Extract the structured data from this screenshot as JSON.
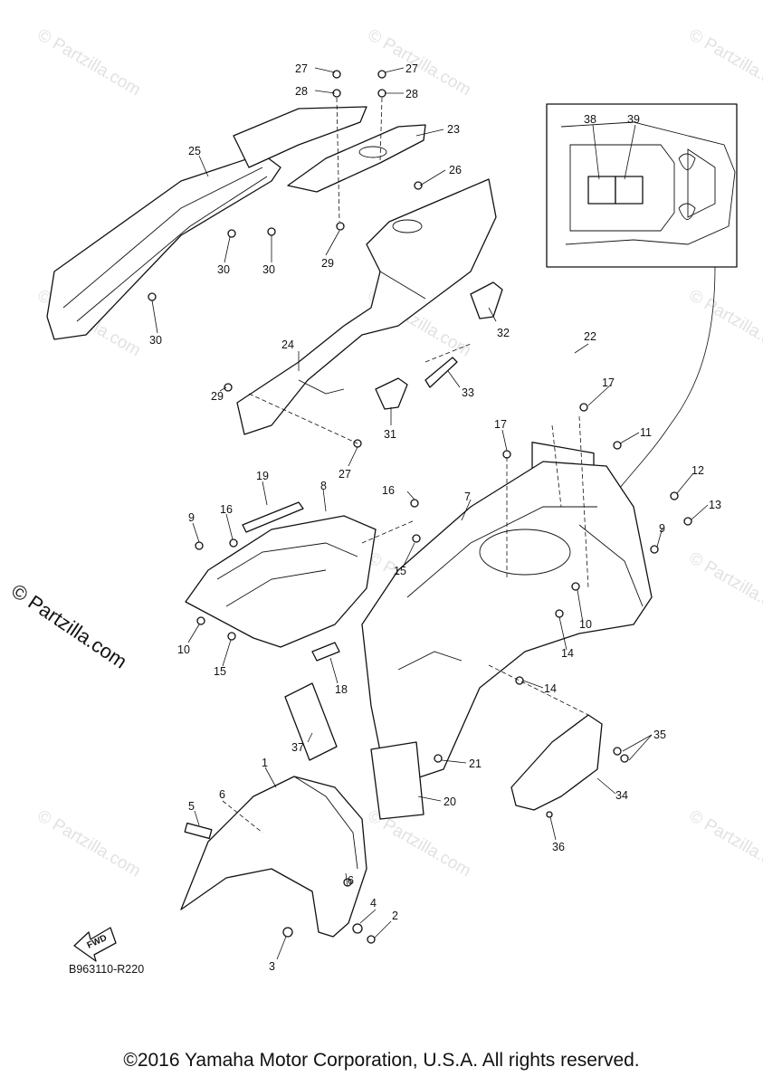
{
  "watermark": "© Partzilla.com",
  "faint_watermark": "© Partzilla.com",
  "diagram_code": "B963110-R220",
  "fwd_label": "FWD",
  "copyright": "©2016 Yamaha Motor Corporation, U.S.A. All rights reserved.",
  "callouts": [
    "1",
    "2",
    "3",
    "4",
    "5",
    "6",
    "6",
    "7",
    "8",
    "9",
    "9",
    "10",
    "10",
    "11",
    "12",
    "13",
    "14",
    "14",
    "15",
    "15",
    "16",
    "16",
    "17",
    "17",
    "18",
    "19",
    "20",
    "21",
    "22",
    "23",
    "24",
    "25",
    "26",
    "27",
    "27",
    "27",
    "28",
    "28",
    "29",
    "29",
    "30",
    "30",
    "30",
    "31",
    "32",
    "33",
    "34",
    "35",
    "36",
    "37",
    "38",
    "39"
  ]
}
